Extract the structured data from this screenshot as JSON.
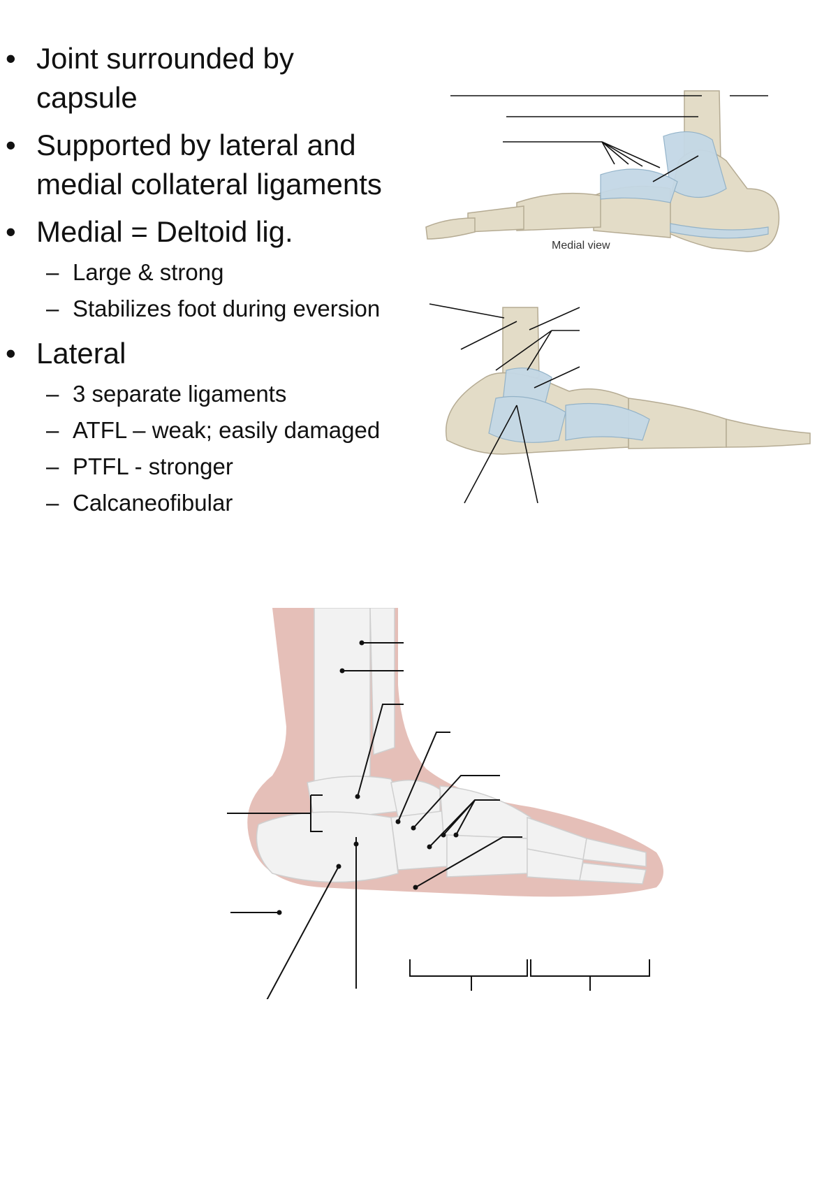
{
  "bullets": [
    {
      "marker": "•",
      "lines": [
        "Joint surrounded by",
        "capsule"
      ]
    },
    {
      "marker": "•",
      "lines": [
        "Supported by lateral and",
        "medial collateral ligaments"
      ]
    },
    {
      "marker": "•",
      "lines": [
        "Medial = Deltoid lig."
      ],
      "sub": [
        {
          "marker": "–",
          "text": "Large & strong"
        },
        {
          "marker": "–",
          "text": "Stabilizes foot during eversion"
        }
      ]
    },
    {
      "marker": "•",
      "lines": [
        "Lateral"
      ],
      "sub": [
        {
          "marker": "–",
          "text": "3 separate ligaments"
        },
        {
          "marker": "–",
          "text": "ATFL – weak; easily damaged"
        },
        {
          "marker": "–",
          "text": "PTFL - stronger"
        },
        {
          "marker": "–",
          "text": "Calcaneofibular"
        }
      ]
    }
  ],
  "figures": {
    "medial_view": {
      "caption": "Medial view"
    }
  },
  "colors": {
    "bone": "#e3dcc7",
    "ligament": "#c4d8e6",
    "skin": "#dcaaa0",
    "bone_white": "#f2f2f2"
  }
}
